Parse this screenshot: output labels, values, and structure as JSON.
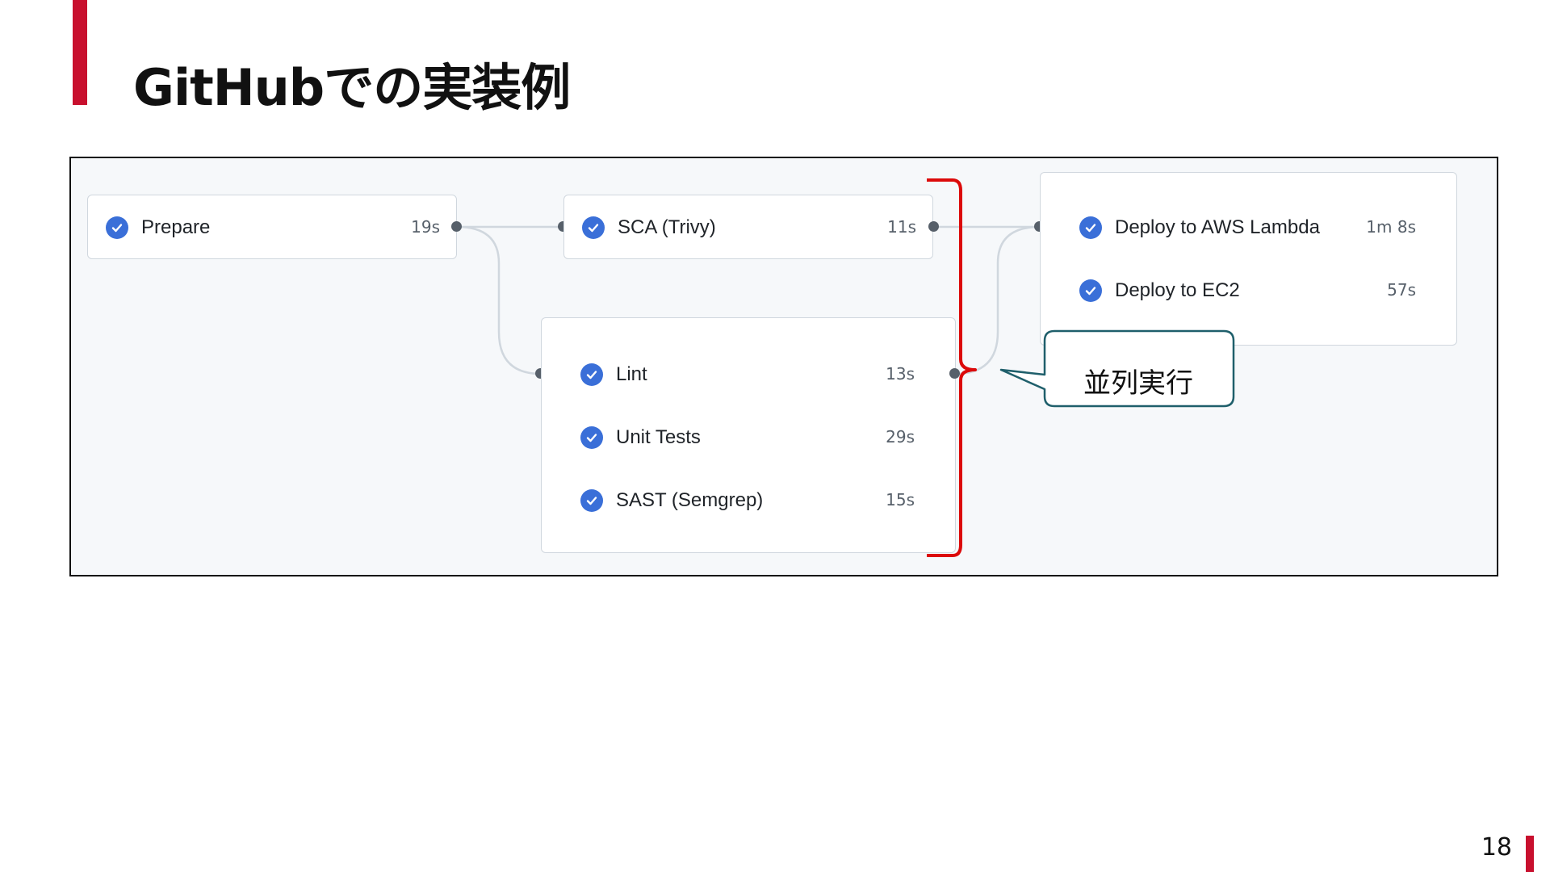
{
  "slide": {
    "title": "GitHubでの実装例",
    "page_number": "18"
  },
  "workflow": {
    "prepare": {
      "name": "Prepare",
      "duration": "19s",
      "status": "success"
    },
    "sca": {
      "name": "SCA (Trivy)",
      "duration": "11s",
      "status": "success"
    },
    "test_group": [
      {
        "name": "Lint",
        "duration": "13s",
        "status": "success"
      },
      {
        "name": "Unit Tests",
        "duration": "29s",
        "status": "success"
      },
      {
        "name": "SAST (Semgrep)",
        "duration": "15s",
        "status": "success"
      }
    ],
    "deploy_group": [
      {
        "name": "Deploy to AWS Lambda",
        "duration": "1m 8s",
        "status": "success"
      },
      {
        "name": "Deploy to EC2",
        "duration": "57s",
        "status": "success"
      }
    ]
  },
  "annotation": {
    "callout_text": "並列実行"
  },
  "colors": {
    "accent": "#c8102e",
    "success_icon": "#3a6fd8",
    "connector": "#d0d7de",
    "dot": "#57606a",
    "callout_border": "#1f5f6b"
  }
}
